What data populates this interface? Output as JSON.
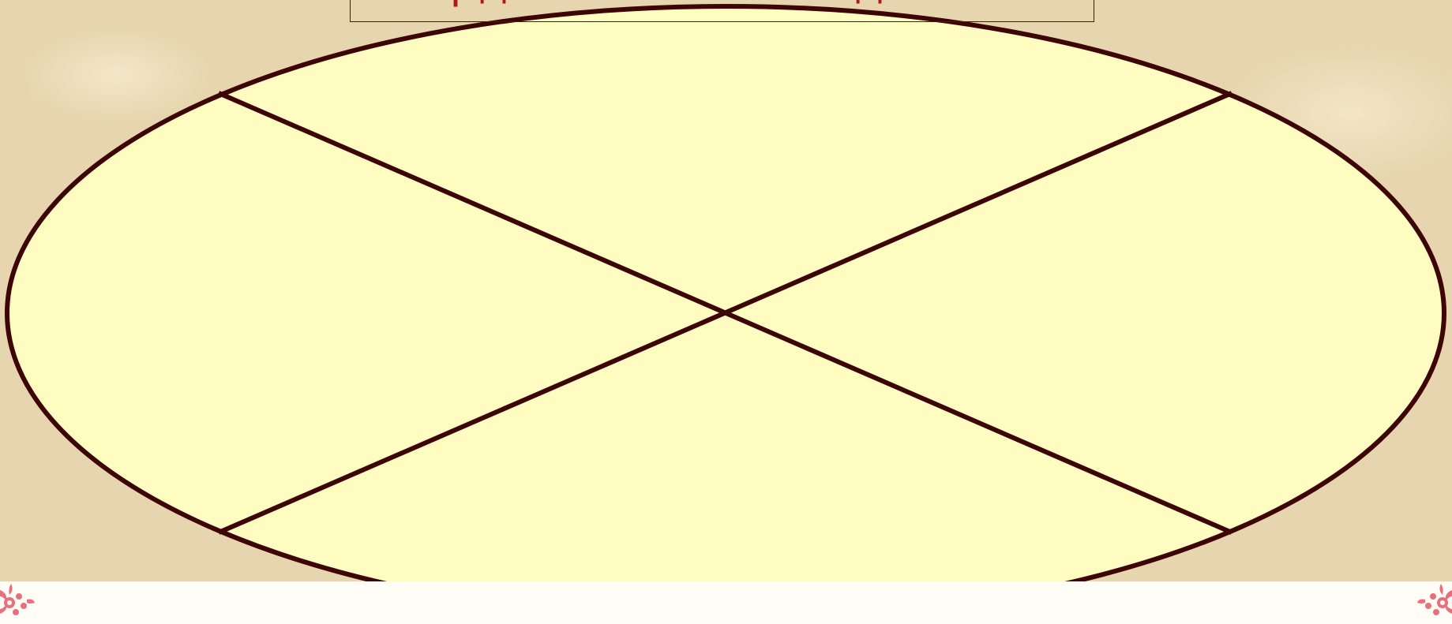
{
  "header": {
    "title": "Ӧрдӧсъяслӧн своӧдъясыс"
  },
  "diagram": {
    "shape": "ellipse divided into four sectors by two crossing diagonals",
    "sectors": [
      {
        "position": "top",
        "label": ""
      },
      {
        "position": "left",
        "label": ""
      },
      {
        "position": "right",
        "label": ""
      },
      {
        "position": "bottom",
        "label": ""
      }
    ],
    "colors": {
      "fill": "#fffcc2",
      "stroke": "#3d0505",
      "title_text": "#b01818",
      "ornament": "#e8707a"
    }
  },
  "footer": {
    "ornament_icon": "floral-ornament-icon"
  }
}
